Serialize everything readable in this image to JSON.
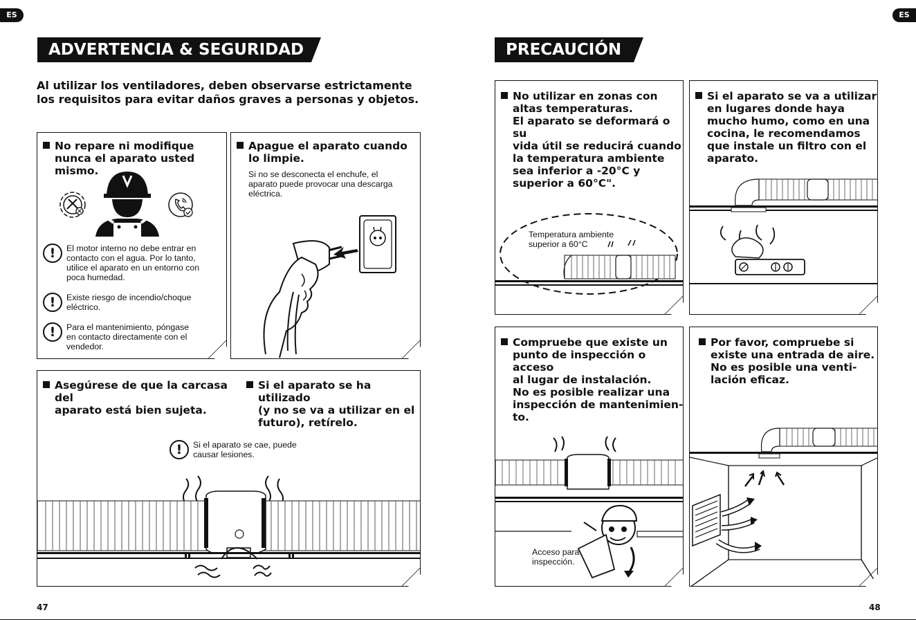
{
  "lang_left": "ES",
  "lang_right": "ES",
  "left_page": {
    "banner": "ADVERTENCIA & SEGURIDAD",
    "intro": "Al utilizar los ventiladores, deben observarse estrictamente los requisitos para evitar daños graves a personas y objetos.",
    "panel_repair": {
      "title": "No repare ni modifique nunca el aparato usted mismo.",
      "warnings": [
        "El motor interno no debe entrar en\ncontacto con el agua. Por lo tanto,\nutilice el aparato en un entorno con\npoca humedad.",
        "Existe riesgo de incendio/choque\neléctrico.",
        "Para el mantenimiento, póngase\nen contacto directamente con el\nvendedor."
      ],
      "warning_mark": "!"
    },
    "panel_unplug": {
      "title": "Apague el aparato cuando\nlo limpie.",
      "text": "Si no se desconecta el enchufe, el\naparato puede provocar una descarga\neléctrica."
    },
    "panel_housing": {
      "title_left": "Asegúrese de que la carcasa del\naparato está bien sujeta.",
      "title_right": "Si el aparato se ha utilizado\n(y no se va a utilizar en el\nfuturo), retírelo.",
      "warning": "Si el aparato se cae, puede\ncausar lesiones.",
      "warning_mark": "!"
    },
    "page_number": "47"
  },
  "right_page": {
    "banner": "PRECAUCIÓN",
    "panel_temp": {
      "title": "No utilizar en zonas con\naltas temperaturas.\nEl aparato se deformará o su\nvida útil se reducirá cuando\nla temperatura ambiente\nsea inferior a -20°C y\nsuperior a 60°C\".",
      "label": "Temperatura ambiente\nsuperior a 60°C"
    },
    "panel_smoke": {
      "title": "Si el aparato se va a utilizar\nen lugares donde haya\nmucho humo, como en una\ncocina, le recomendamos\nque instale un filtro con el\naparato."
    },
    "panel_inspect": {
      "title": "Compruebe que existe un\npunto de inspección o acceso\nal lugar de instalación.\nNo es posible realizar una\ninspección de mantenimien-\nto.",
      "label": "Acceso para\ninspección."
    },
    "panel_air": {
      "title": "Por favor, compruebe si\nexiste una entrada de aire.\nNo es posible una venti-\nlación eficaz."
    },
    "page_number": "48"
  }
}
